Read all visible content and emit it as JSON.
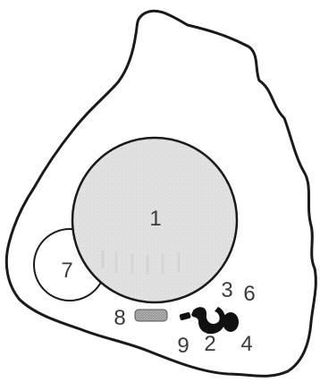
{
  "labels": {
    "l1": "1",
    "l2": "2",
    "l3": "3",
    "l4": "4",
    "l6": "6",
    "l7": "7",
    "l8": "8",
    "l9": "9"
  },
  "colors": {
    "outline": "#1a1a1a",
    "nucleus_fill": "#e2e2e2",
    "hatch": "#cfcfcf",
    "bar_fill": "#9a9a9a",
    "blob_fill": "#111111"
  }
}
